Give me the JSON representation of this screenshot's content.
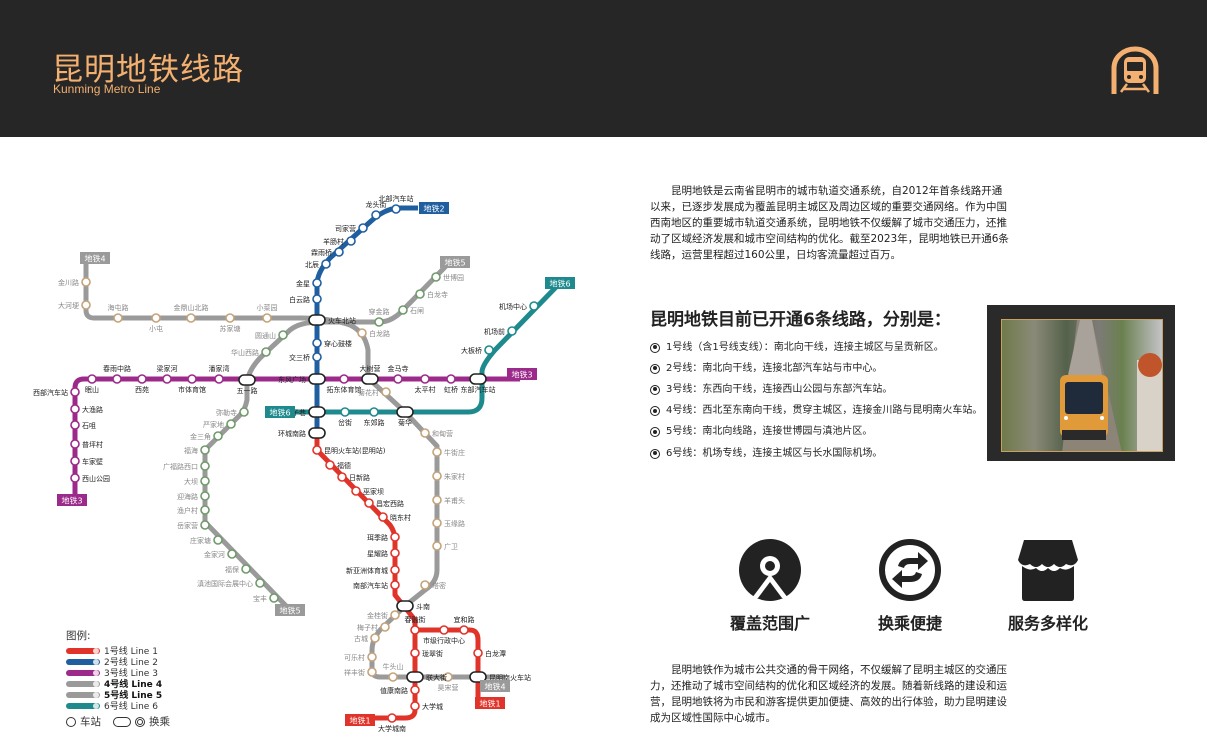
{
  "header": {
    "title": "昆明地铁线路",
    "subtitle": "Kunming Metro Line",
    "icon": "metro-train-icon",
    "accent": "#f3b070"
  },
  "intro": "昆明地铁是云南省昆明市的城市轨道交通系统，自2012年首条线路开通以来，已逐步发展成为覆盖昆明主城区及周边区域的重要交通网络。作为中国西南地区的重要城市轨道交通系统，昆明地铁不仅缓解了城市交通压力，还推动了区域经济发展和城市空间结构的优化。截至2023年，昆明地铁已开通6条线路，运营里程超过160公里，日均客流量超过百万。",
  "lines_heading": "昆明地铁目前已开通6条线路，分别是：",
  "lines_list": [
    "1号线（含1号线支线）：南北向干线，连接主城区与呈贡新区。",
    "2号线：南北向干线，连接北部汽车站与市中心。",
    "3号线：东西向干线，连接西山公园与东部汽车站。",
    "4号线：西北至东南向干线，贯穿主城区，连接金川路与昆明南火车站。",
    "5号线：南北向线路，连接世博园与滇池片区。",
    "6号线：机场专线，连接主城区与长水国际机场。"
  ],
  "features": [
    {
      "label": "覆盖范围广",
      "icon": "location-coverage-icon"
    },
    {
      "label": "换乘便捷",
      "icon": "transfer-arrows-icon"
    },
    {
      "label": "服务多样化",
      "icon": "shop-awning-icon"
    }
  ],
  "outro": "昆明地铁作为城市公共交通的骨干网络，不仅缓解了昆明主城区的交通压力，还推动了城市空间结构的优化和区域经济的发展。随着新线路的建设和运营，昆明地铁将为市民和游客提供更加便捷、高效的出行体验，助力昆明建设成为区域性国际中心城市。",
  "legend": {
    "title": "图例:",
    "items": [
      {
        "label": "1号线 Line 1",
        "color": "#e0332a"
      },
      {
        "label": "2号线 Line 2",
        "color": "#1f5fa0"
      },
      {
        "label": "3号线 Line 3",
        "color": "#9b2a8a"
      },
      {
        "label": "4号线 Line 4",
        "color": "#9a9a9a"
      },
      {
        "label": "5号线 Line 5",
        "color": "#9a9a9a"
      },
      {
        "label": "6号线 Line 6",
        "color": "#1e8a8e"
      }
    ],
    "station": "车站",
    "transfer": "换乘"
  },
  "map": {
    "terminus_labels": {
      "l1a": "地铁1",
      "l1b": "地铁1",
      "l2": "地铁2",
      "l3a": "地铁3",
      "l3b": "地铁3",
      "l4a": "地铁4",
      "l4b": "地铁4",
      "l5a": "地铁5",
      "l5b": "地铁5",
      "l6a": "地铁6",
      "l6b": "地铁6"
    },
    "lines": [
      {
        "id": "l1",
        "color": "#e0332a",
        "ring": "#e0332a",
        "stations": [
          "昆明火车站(昆明站)",
          "福德",
          "日新路",
          "巫家坝",
          "昌宏西路",
          "晓东村",
          "珥季路",
          "星耀路",
          "新亚洲体育城",
          "南部汽车站",
          "春融街",
          "市级行政中心",
          "宜和路",
          "白龙潭",
          "珑翠街",
          "值康南路",
          "大学城",
          "大学城南"
        ]
      },
      {
        "id": "l2",
        "color": "#1f5fa0",
        "ring": "#1f5fa0",
        "stations": [
          "北部汽车站",
          "龙头街",
          "司家营",
          "羊肠村",
          "霖雨桥",
          "北辰",
          "金星",
          "白云路",
          "穿心鼓楼",
          "交三桥"
        ]
      },
      {
        "id": "l3",
        "color": "#9b2a8a",
        "ring": "#9b2a8a",
        "stations": [
          "西山公园",
          "车家壁",
          "普坪村",
          "石咀",
          "大渔路",
          "西部汽车站",
          "眠山",
          "春雨中路",
          "西苑",
          "梁家河",
          "市体育馆",
          "潘家湾",
          "拓东体育馆",
          "金马寺",
          "太平村",
          "虹桥"
        ]
      },
      {
        "id": "l4",
        "color": "#9a9a9a",
        "ring": "#c4a27a",
        "stations": [
          "金川路",
          "大河埂",
          "海屯路",
          "小屯",
          "金鼎山北路",
          "苏家塘",
          "小菜园",
          "白龙路",
          "菊花村",
          "和甸营",
          "牛街庄",
          "朱家村",
          "羊甫头",
          "玉缘路",
          "广卫",
          "塔密",
          "金桂街",
          "梅子村",
          "古城",
          "可乐村",
          "祥丰街",
          "牛头山",
          "昊宋营"
        ]
      },
      {
        "id": "l5",
        "color": "#9a9a9a",
        "ring": "#6f9a6a",
        "stations": [
          "世博园",
          "白龙寺",
          "石闸",
          "穿金路",
          "圆通山",
          "华山西路",
          "弥勒寺",
          "严家地",
          "金三角",
          "福海",
          "广福路西口",
          "大坝",
          "迎海路",
          "渔户村",
          "岳家营",
          "庄家塘",
          "金家河",
          "福保",
          "滇池国际会展中心",
          "宝丰"
        ]
      },
      {
        "id": "l6",
        "color": "#1e8a8e",
        "ring": "#1e8a8e",
        "stations": [
          "机场中心",
          "机场前",
          "大板桥",
          "东郊路",
          "岔街"
        ]
      }
    ],
    "interchanges": [
      "火车北站",
      "东风广场",
      "塘子巷",
      "环城南路",
      "五一路",
      "大树营",
      "菊华",
      "东部汽车站",
      "斗南",
      "联大街",
      "昆明南火车站"
    ]
  }
}
